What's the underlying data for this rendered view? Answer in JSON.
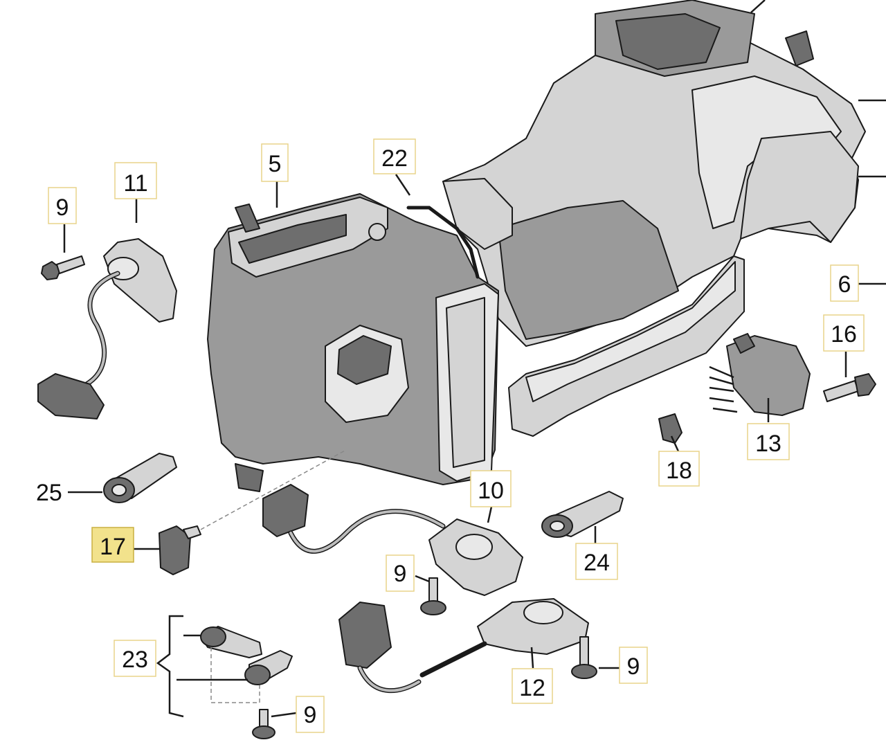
{
  "callouts": {
    "c5": "5",
    "c22": "22",
    "c11": "11",
    "c9_top": "9",
    "c6": "6",
    "c16": "16",
    "c13": "13",
    "c18": "18",
    "c25": "25",
    "c10": "10",
    "c17": "17",
    "c9_mid": "9",
    "c24": "24",
    "c23": "23",
    "c12": "12",
    "c9_right": "9",
    "c9_bottom": "9"
  },
  "colors": {
    "highlight": "#f2e28c",
    "box_border": "#e8d48a"
  }
}
